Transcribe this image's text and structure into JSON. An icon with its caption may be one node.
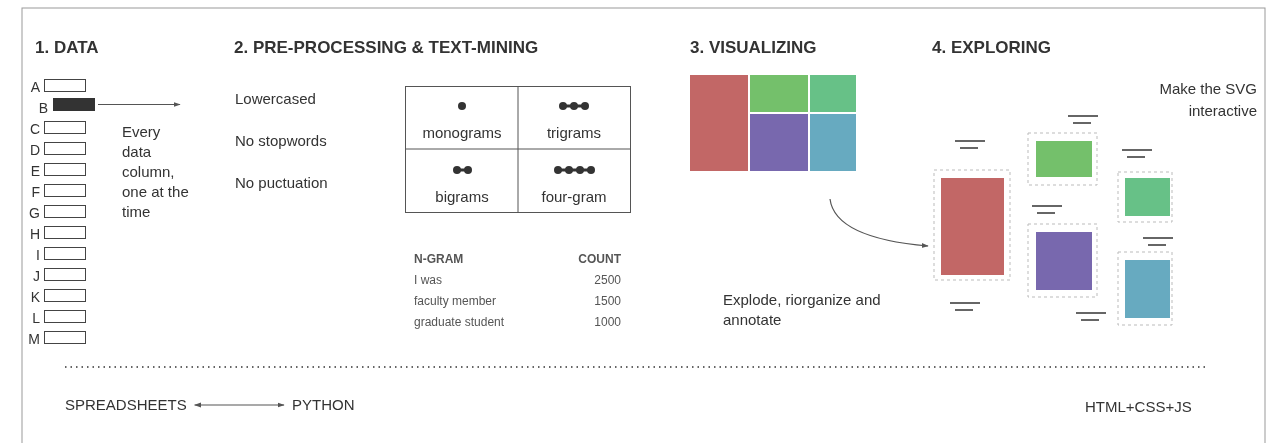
{
  "diagram": {
    "nodes": [
      {
        "text": [],
        "shape": "bar"
      },
      {
        "text": [],
        "shape": "picture"
      },
      {
        "text": [],
        "shape": "picture"
      },
      {
        "text": [
          "SPREADSHEETS"
        ]
      },
      {
        "text": [
          "PYTHON"
        ]
      }
    ],
    "edges": [
      {
        "from": 0,
        "to": null,
        "arrow": "to",
        "label": "Every data column, one at the time"
      },
      {
        "from": 1,
        "to": 2,
        "arrow": "to",
        "label": "Explode, riorganize and annotate"
      },
      {
        "from": 3,
        "to": 4,
        "arrow": "both"
      }
    ],
    "labels": [
      "1. DATA",
      "2. PRE-PROCESSING & TEXT-MINING",
      "3. VISUALIZING",
      "4. EXPLORING",
      "A",
      "B",
      "C",
      "D",
      "E",
      "F",
      "G",
      "H",
      "I",
      "J",
      "K",
      "L",
      "M",
      "Lowercased",
      "No stopwords",
      "No puctuation",
      "monograms",
      "trigrams",
      "bigrams",
      "four-gram",
      "N-GRAM",
      "COUNT",
      "I was",
      "2500",
      "faculty member",
      "1500",
      "graduate student",
      "1000",
      "Make the SVG interactive",
      "HTML+CSS+JS"
    ]
  }
}
